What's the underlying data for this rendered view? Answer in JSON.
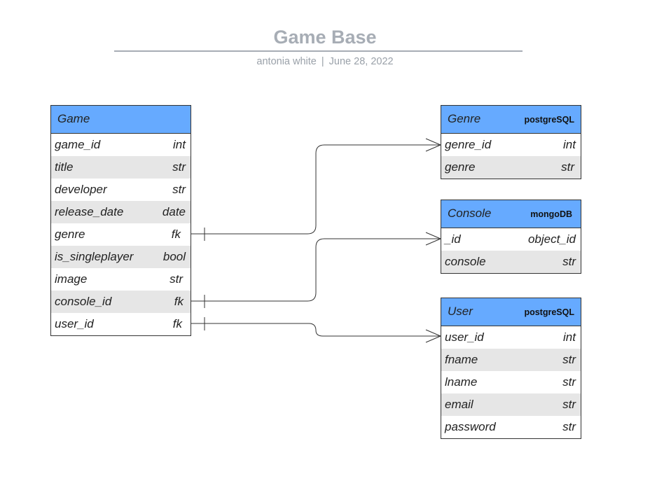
{
  "header": {
    "title": "Game Base",
    "author": "antonia white",
    "separator": "|",
    "date": "June 28, 2022"
  },
  "colors": {
    "header_fill": "#66aaff",
    "alt_row_fill": "#e6e6e6",
    "title_text": "#a7adb5",
    "line": "#333333"
  },
  "entities": {
    "game": {
      "name": "Game",
      "db": "",
      "fields": [
        {
          "name": "game_id",
          "type": "int"
        },
        {
          "name": "title",
          "type": "str"
        },
        {
          "name": "developer",
          "type": "str"
        },
        {
          "name": "release_date",
          "type": "date"
        },
        {
          "name": "genre",
          "type": "fk"
        },
        {
          "name": "is_singleplayer",
          "type": "bool"
        },
        {
          "name": "image",
          "type": "str"
        },
        {
          "name": "console_id",
          "type": "fk"
        },
        {
          "name": "user_id",
          "type": "fk"
        }
      ]
    },
    "genre": {
      "name": "Genre",
      "db": "postgreSQL",
      "fields": [
        {
          "name": "genre_id",
          "type": "int"
        },
        {
          "name": "genre",
          "type": "str"
        }
      ]
    },
    "console": {
      "name": "Console",
      "db": "mongoDB",
      "fields": [
        {
          "name": "_id",
          "type": "object_id"
        },
        {
          "name": "console",
          "type": "str"
        }
      ]
    },
    "user": {
      "name": "User",
      "db": "postgreSQL",
      "fields": [
        {
          "name": "user_id",
          "type": "int"
        },
        {
          "name": "fname",
          "type": "str"
        },
        {
          "name": "lname",
          "type": "str"
        },
        {
          "name": "email",
          "type": "str"
        },
        {
          "name": "password",
          "type": "str"
        }
      ]
    }
  },
  "relationships": [
    {
      "from": "Game.genre",
      "to": "Genre.genre_id",
      "from_end": "one",
      "to_end": "many"
    },
    {
      "from": "Game.console_id",
      "to": "Console._id",
      "from_end": "one",
      "to_end": "many"
    },
    {
      "from": "Game.user_id",
      "to": "User.user_id",
      "from_end": "one",
      "to_end": "many"
    }
  ]
}
